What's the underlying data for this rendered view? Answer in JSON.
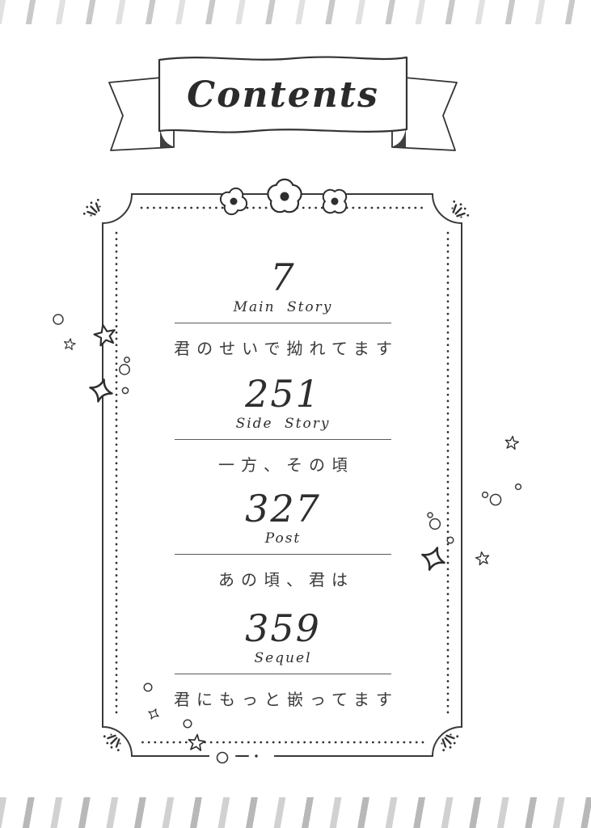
{
  "page": {
    "title_banner": "Contents"
  },
  "colors": {
    "ink": "#333333",
    "hatch": "#c9c9c9"
  },
  "entries": [
    {
      "page_number": "7",
      "label": "Main Story",
      "title": "君のせいで拗れてます"
    },
    {
      "page_number": "251",
      "label": "Side Story",
      "title": "一方、その頃"
    },
    {
      "page_number": "327",
      "label": "Post",
      "title": "あの頃、君は"
    },
    {
      "page_number": "359",
      "label": "Sequel",
      "title": "君にもっと嵌ってます"
    }
  ],
  "decorations": {
    "banner": "ribbon-banner",
    "frame": "dotted-border-frame",
    "icons": [
      "flower-icon",
      "sunburst-icon",
      "star-icon",
      "sparkle-icon",
      "circle-icon",
      "hatch-marks"
    ]
  }
}
